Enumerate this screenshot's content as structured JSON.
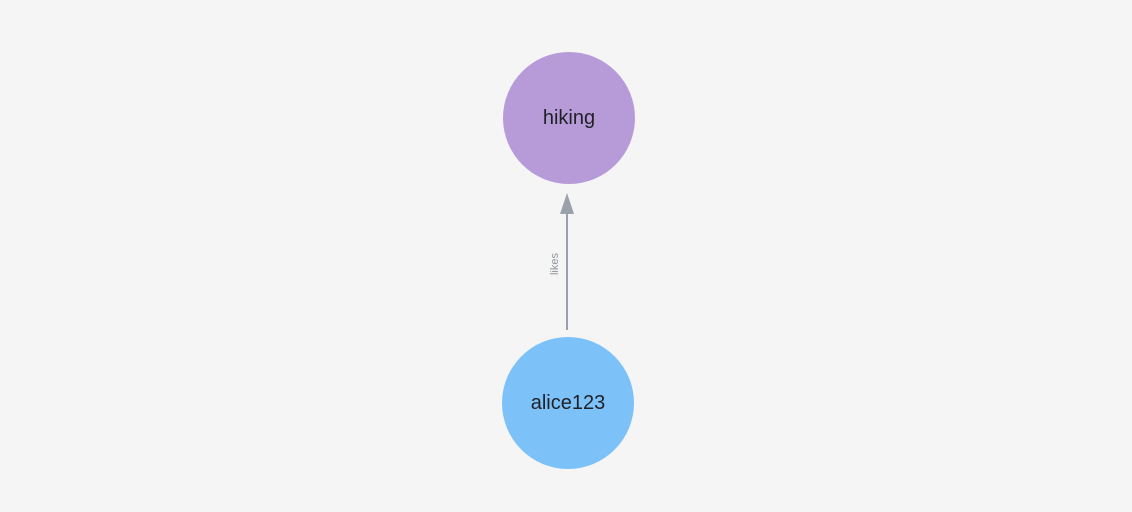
{
  "canvas": {
    "background": "#f5f5f6"
  },
  "graph": {
    "nodes": [
      {
        "id": "hiking",
        "label": "hiking",
        "color": "#b79bd9",
        "text_color": "#1f2126"
      },
      {
        "id": "alice123",
        "label": "alice123",
        "color": "#7cc1f8",
        "text_color": "#1f2126"
      }
    ],
    "edges": [
      {
        "from": "alice123",
        "to": "hiking",
        "label": "likes",
        "direction": "up",
        "color": "#9ba1ab",
        "label_color": "#8f939c"
      }
    ]
  }
}
